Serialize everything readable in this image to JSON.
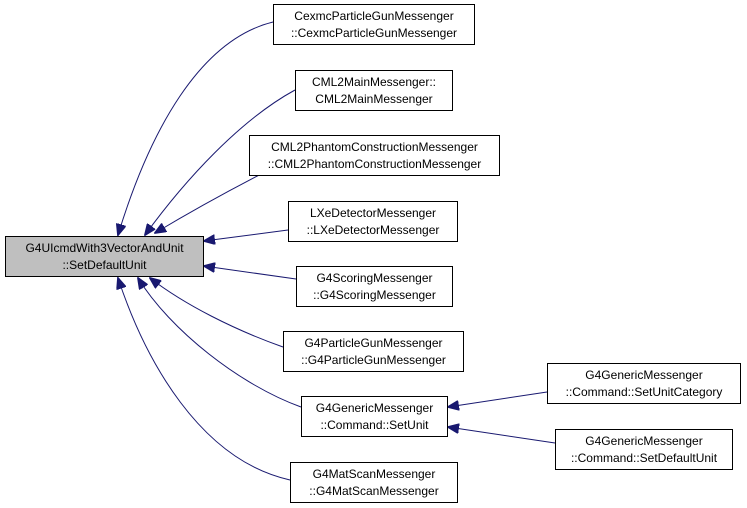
{
  "colors": {
    "edge": "#191970",
    "root_fill": "#bfbfbf",
    "node_fill": "#ffffff",
    "border": "#000000"
  },
  "root": {
    "line1": "G4UIcmdWith3VectorAndUnit",
    "line2": "::SetDefaultUnit"
  },
  "callers": [
    {
      "line1": "CexmcParticleGunMessenger",
      "line2": "::CexmcParticleGunMessenger"
    },
    {
      "line1": "CML2MainMessenger::",
      "line2": "CML2MainMessenger"
    },
    {
      "line1": "CML2PhantomConstructionMessenger",
      "line2": "::CML2PhantomConstructionMessenger"
    },
    {
      "line1": "LXeDetectorMessenger",
      "line2": "::LXeDetectorMessenger"
    },
    {
      "line1": "G4ScoringMessenger",
      "line2": "::G4ScoringMessenger"
    },
    {
      "line1": "G4ParticleGunMessenger",
      "line2": "::G4ParticleGunMessenger"
    },
    {
      "line1": "G4GenericMessenger",
      "line2": "::Command::SetUnit"
    },
    {
      "line1": "G4MatScanMessenger",
      "line2": "::G4MatScanMessenger"
    }
  ],
  "second_level": [
    {
      "line1": "G4GenericMessenger",
      "line2": "::Command::SetUnitCategory"
    },
    {
      "line1": "G4GenericMessenger",
      "line2": "::Command::SetDefaultUnit"
    }
  ]
}
